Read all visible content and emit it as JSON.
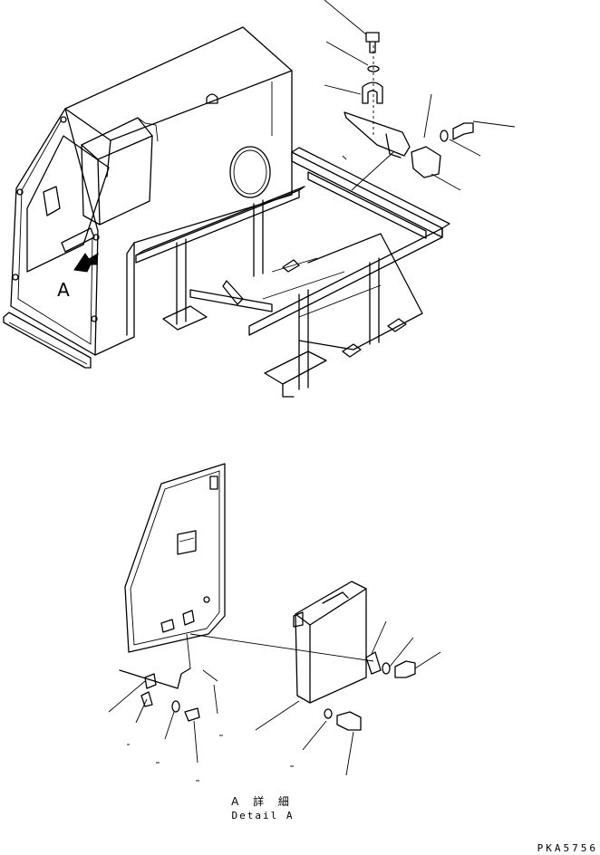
{
  "figure": {
    "view_label": "A",
    "detail_caption_jp": "A 詳 細",
    "detail_caption_en": "Detail A",
    "drawing_code": "PKA5756"
  }
}
